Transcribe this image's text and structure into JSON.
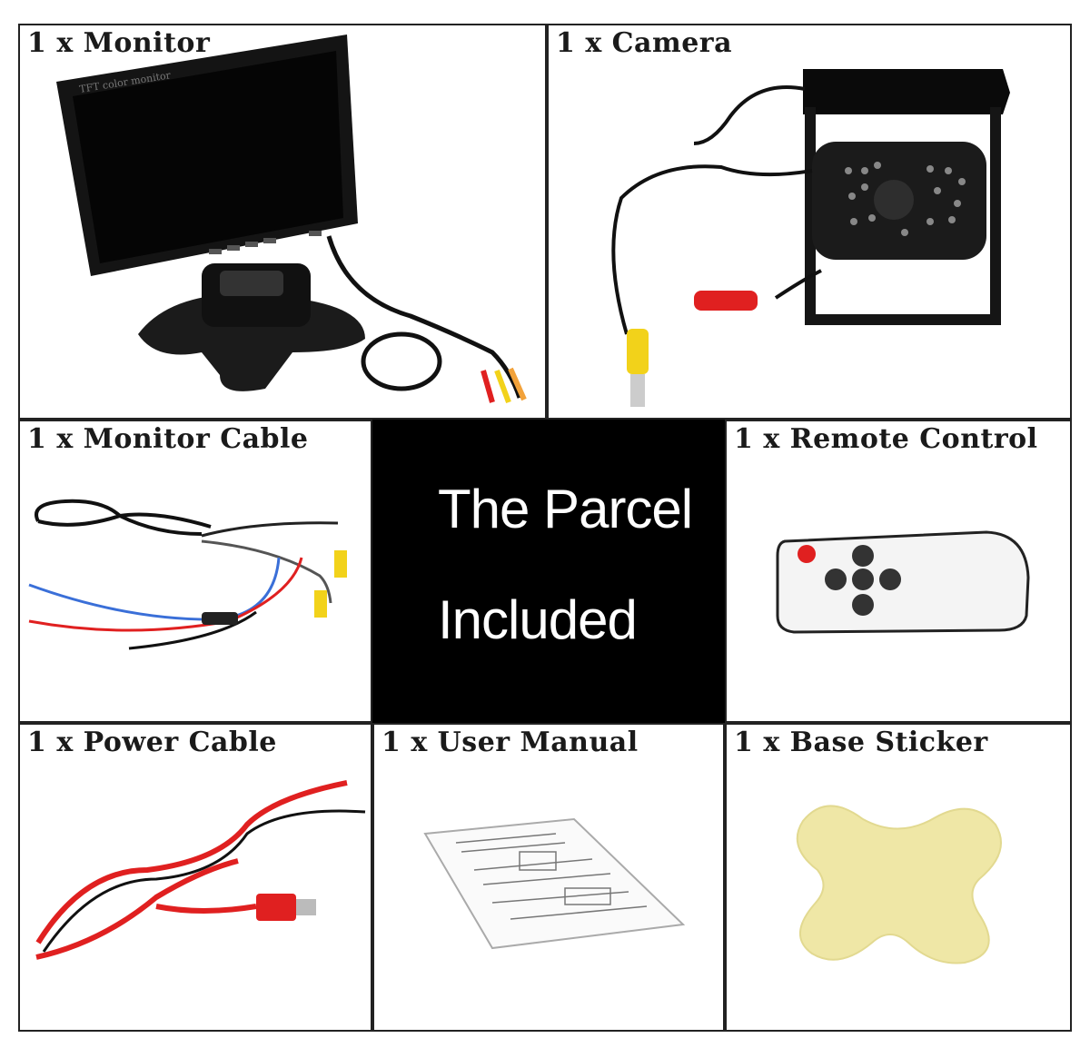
{
  "cells": {
    "monitor": "1 x Monitor",
    "camera": "1 x Camera",
    "monitor_cable": "1 x Monitor Cable",
    "remote_control": "1 x Remote Control",
    "power_cable": "1 x Power Cable",
    "user_manual": "1 x User Manual",
    "base_sticker": "1 x Base Sticker"
  },
  "center": {
    "line1": "The Parcel",
    "line2": "Included"
  },
  "monitor_screen_text": "TFT color monitor",
  "colors": {
    "border": "#222222",
    "center_bg": "#000000",
    "center_text": "#ffffff",
    "cable_red": "#e02020",
    "cable_blue": "#3a6fd8",
    "connector_yellow": "#f2d21a",
    "sticker": "#efe7a6"
  },
  "icons": [
    "monitor-image",
    "camera-image",
    "monitor-cable-image",
    "remote-control-image",
    "power-cable-image",
    "user-manual-image",
    "base-sticker-image"
  ]
}
